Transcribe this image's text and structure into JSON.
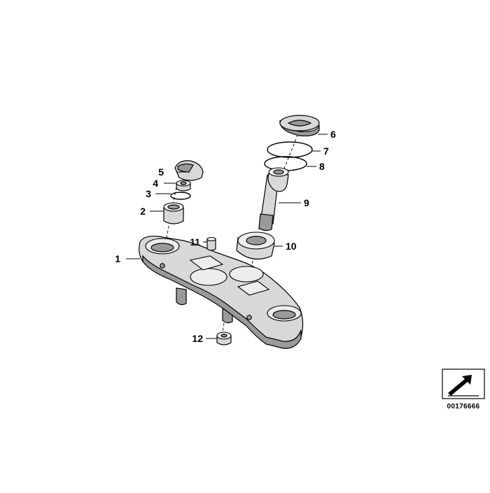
{
  "diagram": {
    "callouts": [
      "1",
      "2",
      "3",
      "4",
      "5",
      "6",
      "7",
      "8",
      "9",
      "10",
      "11",
      "12"
    ],
    "part_number": "00176666",
    "icon": "catalog-arrow-icon"
  }
}
